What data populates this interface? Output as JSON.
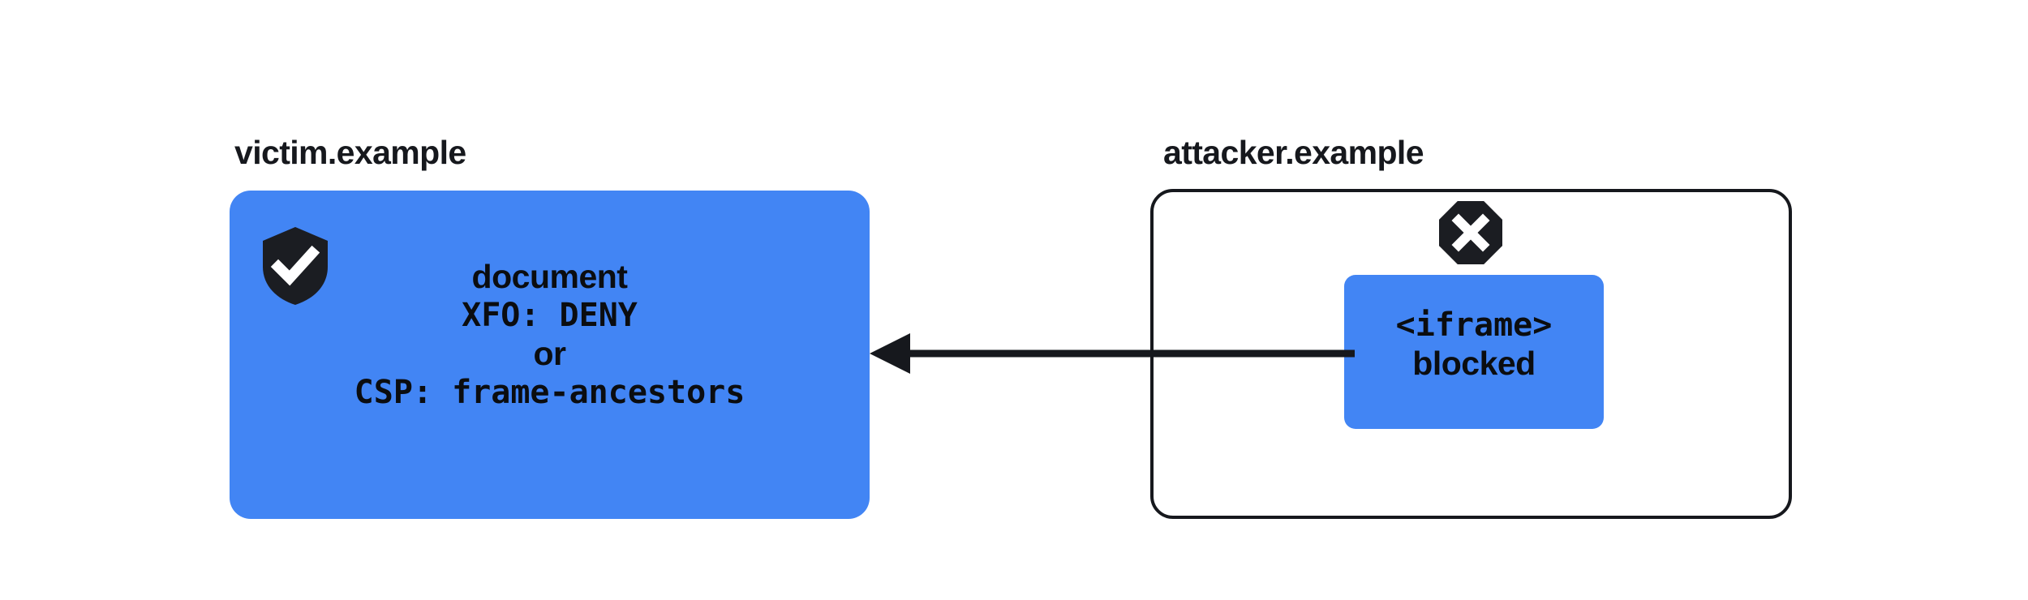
{
  "diagram": {
    "title_victim": "victim.example",
    "title_attacker": "attacker.example",
    "colors": {
      "blue": "#4285f4",
      "ink": "#16181d",
      "background": "#ffffff"
    },
    "victim": {
      "label": "victim.example",
      "icon": "shield-check-icon",
      "lines": [
        {
          "text": "document",
          "style": "sans"
        },
        {
          "text": "XFO: DENY",
          "style": "mono"
        },
        {
          "text": "or",
          "style": "sans"
        },
        {
          "text": "CSP: frame-ancestors",
          "style": "mono"
        }
      ]
    },
    "attacker": {
      "label": "attacker.example",
      "icon": "octagon-x-icon",
      "iframe": {
        "tag": "<iframe>",
        "status": "blocked"
      }
    },
    "arrow": {
      "direction": "left",
      "from": "attacker.example iframe",
      "to": "victim.example document",
      "label": ""
    }
  }
}
